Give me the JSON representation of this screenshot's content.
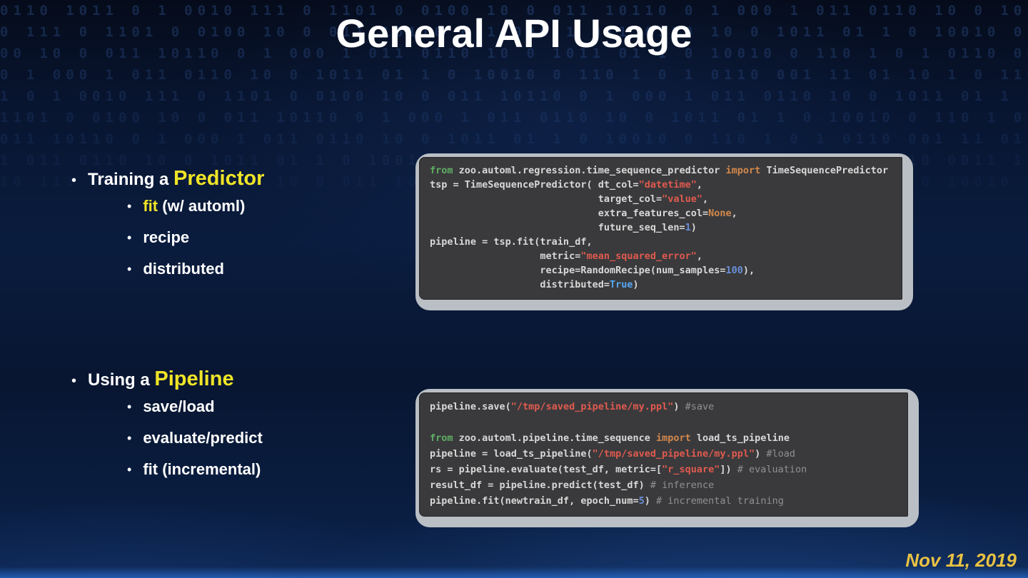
{
  "slide": {
    "title": "General API Usage",
    "date": "Nov 11, 2019"
  },
  "colors": {
    "accent_yellow": "#f0e427",
    "title_white": "#ffffff",
    "date_gold": "#e9c243",
    "code_bg": "#3a3a3c",
    "code_frame": "#b9bfc5",
    "code_plain": "#d8d8d8",
    "code_keyword_from": "#5fae64",
    "code_keyword_import": "#d2884b",
    "code_string": "#e05a4f",
    "code_number": "#6a8fd8",
    "code_constant": "#d2884b",
    "code_bool": "#56a8f5",
    "code_comment": "#909090"
  },
  "background": {
    "binary_row": "0110 1011 0 1 0010 111 0 1101 0 0100 10 0 011 10110 0 1 000 1 011 0110 10 0 1011 01 1 0 10010 0 110 1 0 1 0110 001 11 01 10 1 0 110 0011 1 01 0 10 110"
  },
  "bullet_groups": [
    {
      "main": [
        {
          "t": "Training a ",
          "hl": false
        },
        {
          "t": "Predictor",
          "hl": true
        }
      ],
      "subs": [
        [
          {
            "t": "fit",
            "hl": true
          },
          {
            "t": " (w/ automl)",
            "hl": false
          }
        ],
        [
          {
            "t": "recipe",
            "hl": false
          }
        ],
        [
          {
            "t": "distributed",
            "hl": false
          }
        ]
      ]
    },
    {
      "main": [
        {
          "t": "Using a ",
          "hl": false
        },
        {
          "t": "Pipeline",
          "hl": true
        }
      ],
      "subs": [
        [
          {
            "t": "save/load",
            "hl": false
          }
        ],
        [
          {
            "t": "evaluate/predict",
            "hl": false
          }
        ],
        [
          {
            "t": "fit (incremental)",
            "hl": false
          }
        ]
      ]
    }
  ],
  "code_blocks": [
    {
      "name": "code-block-predictor",
      "lines": [
        [
          {
            "t": "k",
            "v": "from"
          },
          {
            "t": "p",
            "v": " zoo.automl.regression.time_sequence_predictor "
          },
          {
            "t": "i",
            "v": "import"
          },
          {
            "t": "p",
            "v": " TimeSequencePredictor"
          }
        ],
        [
          {
            "t": "p",
            "v": "tsp = TimeSequencePredictor( dt_col="
          },
          {
            "t": "s",
            "v": "\"datetime\""
          },
          {
            "t": "p",
            "v": ","
          }
        ],
        [
          {
            "t": "p",
            "v": "                             target_col="
          },
          {
            "t": "s",
            "v": "\"value\""
          },
          {
            "t": "p",
            "v": ","
          }
        ],
        [
          {
            "t": "p",
            "v": "                             extra_features_col="
          },
          {
            "t": "o",
            "v": "None"
          },
          {
            "t": "p",
            "v": ","
          }
        ],
        [
          {
            "t": "p",
            "v": "                             future_seq_len="
          },
          {
            "t": "n",
            "v": "1"
          },
          {
            "t": "p",
            "v": ")"
          }
        ],
        [
          {
            "t": "p",
            "v": "pipeline = tsp.fit(train_df,"
          }
        ],
        [
          {
            "t": "p",
            "v": "                   metric="
          },
          {
            "t": "s",
            "v": "\"mean_squared_error\""
          },
          {
            "t": "p",
            "v": ","
          }
        ],
        [
          {
            "t": "p",
            "v": "                   recipe=RandomRecipe(num_samples="
          },
          {
            "t": "n",
            "v": "100"
          },
          {
            "t": "p",
            "v": "),"
          }
        ],
        [
          {
            "t": "p",
            "v": "                   distributed="
          },
          {
            "t": "t",
            "v": "True"
          },
          {
            "t": "p",
            "v": ")"
          }
        ]
      ]
    },
    {
      "name": "code-block-pipeline",
      "lines": [
        [
          {
            "t": "p",
            "v": "pipeline.save("
          },
          {
            "t": "s",
            "v": "\"/tmp/saved_pipeline/my.ppl\""
          },
          {
            "t": "p",
            "v": ") "
          },
          {
            "t": "c",
            "v": "#save"
          }
        ],
        [],
        [
          {
            "t": "k",
            "v": "from"
          },
          {
            "t": "p",
            "v": " zoo.automl.pipeline.time_sequence "
          },
          {
            "t": "i",
            "v": "import"
          },
          {
            "t": "p",
            "v": " load_ts_pipeline"
          }
        ],
        [
          {
            "t": "p",
            "v": "pipeline = load_ts_pipeline("
          },
          {
            "t": "s",
            "v": "\"/tmp/saved_pipeline/my.ppl\""
          },
          {
            "t": "p",
            "v": ") "
          },
          {
            "t": "c",
            "v": "#load"
          }
        ],
        [
          {
            "t": "p",
            "v": "rs = pipeline.evaluate(test_df, metric=["
          },
          {
            "t": "s",
            "v": "\"r_square\""
          },
          {
            "t": "p",
            "v": "]) "
          },
          {
            "t": "c",
            "v": "# evaluation"
          }
        ],
        [
          {
            "t": "p",
            "v": "result_df = pipeline.predict(test_df) "
          },
          {
            "t": "c",
            "v": "# inference"
          }
        ],
        [
          {
            "t": "p",
            "v": "pipeline.fit(newtrain_df, epoch_num="
          },
          {
            "t": "n",
            "v": "5"
          },
          {
            "t": "p",
            "v": ") "
          },
          {
            "t": "c",
            "v": "# incremental training"
          }
        ]
      ]
    }
  ]
}
